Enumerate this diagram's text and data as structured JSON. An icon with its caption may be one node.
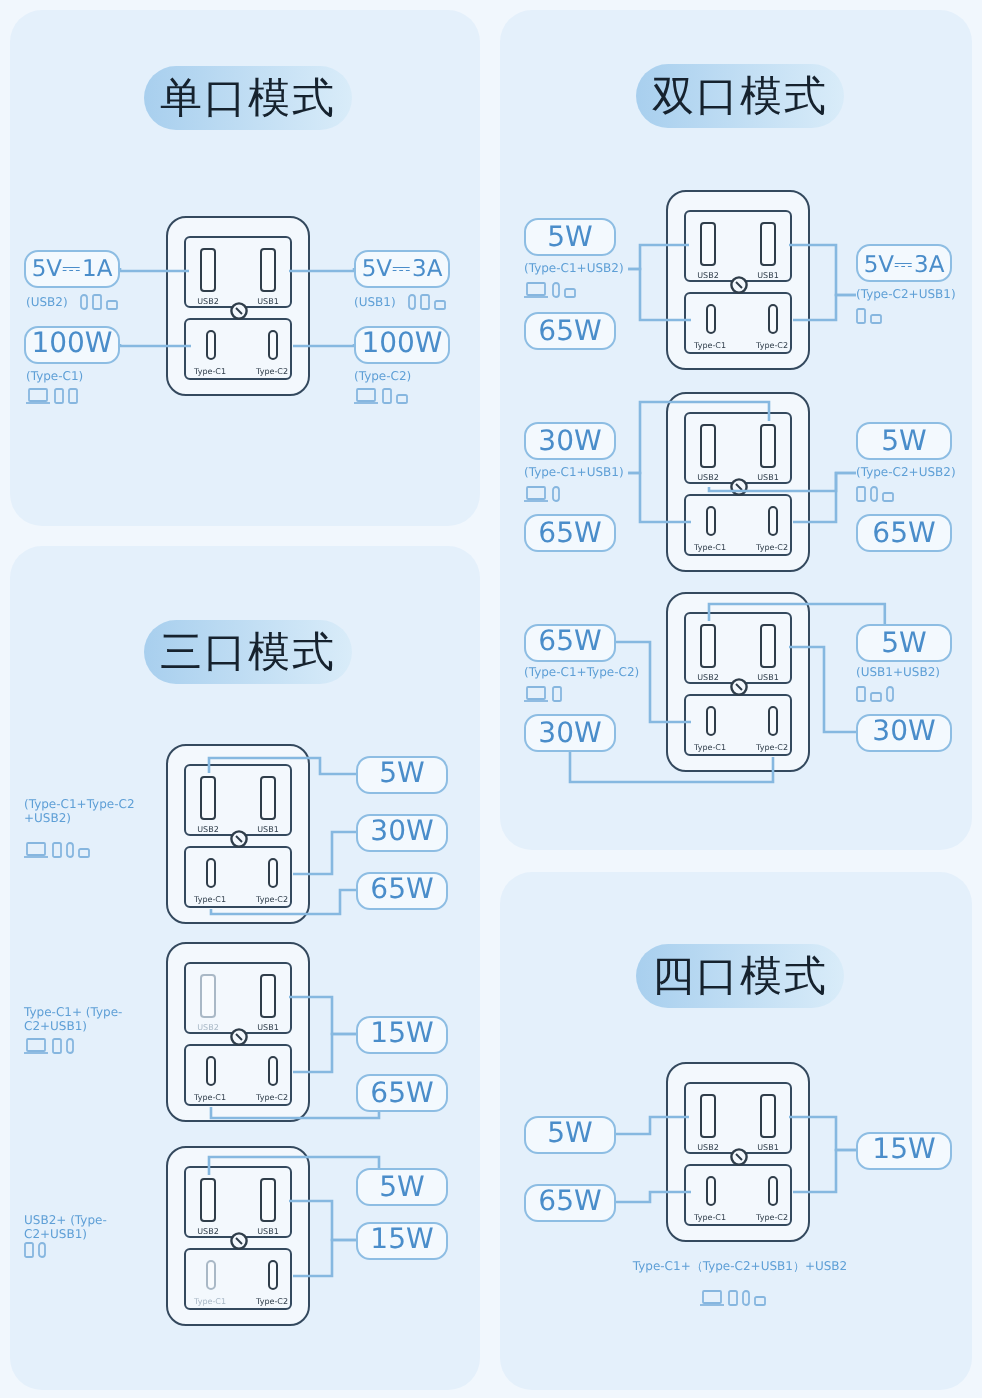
{
  "diagram": {
    "nodes": [
      {
        "text": [
          "单口模式"
        ]
      },
      {
        "text": [
          "5V⎓1A"
        ],
        "beside": [
          "(USB2)"
        ]
      },
      {
        "text": [
          "100W"
        ],
        "beside": [
          "(Type-C1)"
        ]
      },
      {
        "text": [],
        "shape": "box"
      },
      {
        "text": [
          "USB2"
        ],
        "in": 3
      },
      {
        "text": [
          "USB1"
        ],
        "in": 3
      },
      {
        "text": [
          "Type-C1"
        ],
        "in": 3
      },
      {
        "text": [
          "Type-C2"
        ],
        "in": 3
      },
      {
        "text": [
          "5V⎓3A"
        ],
        "beside": [
          "(USB1)"
        ]
      },
      {
        "text": [
          "100W"
        ],
        "beside": [
          "(Type-C2)"
        ]
      },
      {
        "text": [
          "双口模式"
        ]
      },
      {
        "text": [
          "5W"
        ]
      },
      {
        "text": [
          "(Type-C1+USB2)"
        ]
      },
      {
        "text": [
          "65W"
        ]
      },
      {
        "text": [],
        "shape": "box"
      },
      {
        "text": [
          "USB2"
        ],
        "in": 14
      },
      {
        "text": [
          "USB1"
        ],
        "in": 14
      },
      {
        "text": [
          "Type-C1"
        ],
        "in": 14
      },
      {
        "text": [
          "Type-C2"
        ],
        "in": 14
      },
      {
        "text": [
          "5V⎓3A"
        ]
      },
      {
        "text": [
          "(Type-C2+USB1)"
        ]
      },
      {
        "text": [
          "30W"
        ]
      },
      {
        "text": [
          "(Type-C1+USB1)"
        ]
      },
      {
        "text": [
          "65W"
        ]
      },
      {
        "text": [],
        "shape": "box"
      },
      {
        "text": [
          "USB2"
        ],
        "in": 24
      },
      {
        "text": [
          "USB1"
        ],
        "in": 24
      },
      {
        "text": [
          "Type-C1"
        ],
        "in": 24
      },
      {
        "text": [
          "Type-C2"
        ],
        "in": 24
      },
      {
        "text": [
          "5W"
        ]
      },
      {
        "text": [
          "(Type-C2+USB2)"
        ]
      },
      {
        "text": [
          "65W"
        ]
      },
      {
        "text": [
          "65W"
        ]
      },
      {
        "text": [
          "30W"
        ]
      },
      {
        "text": [],
        "shape": "box"
      },
      {
        "text": [
          "USB2"
        ],
        "in": 34
      },
      {
        "text": [
          "USB1"
        ],
        "in": 34
      },
      {
        "text": [
          "Type-C1"
        ],
        "in": 34
      },
      {
        "text": [
          "Type-C2"
        ],
        "in": 34
      },
      {
        "text": [
          "5W"
        ]
      },
      {
        "text": [
          "30W"
        ]
      },
      {
        "text": [
          "三口模式"
        ]
      },
      {
        "text": [],
        "shape": "box"
      },
      {
        "text": [
          "USB2"
        ],
        "in": 42
      },
      {
        "text": [
          "USB1"
        ],
        "in": 42
      },
      {
        "text": [
          "Type-C1"
        ],
        "in": 42
      },
      {
        "text": [
          "Type-C2"
        ],
        "in": 42
      },
      {
        "text": [
          "5W"
        ]
      },
      {
        "text": [
          "30W"
        ]
      },
      {
        "text": [
          "65W"
        ]
      },
      {
        "text": [],
        "shape": "box"
      },
      {
        "text": [
          "USB2"
        ],
        "in": 50
      },
      {
        "text": [
          "USB1"
        ],
        "in": 50
      },
      {
        "text": [
          "Type-C1"
        ],
        "in": 50
      },
      {
        "text": [
          "Type-C2"
        ],
        "in": 50
      },
      {
        "text": [
          "15W"
        ]
      },
      {
        "text": [
          "65W"
        ]
      },
      {
        "text": [],
        "shape": "box"
      },
      {
        "text": [
          "USB2"
        ],
        "in": 57
      },
      {
        "text": [
          "USB1"
        ],
        "in": 57
      },
      {
        "text": [
          "Type-C1"
        ],
        "in": 57
      },
      {
        "text": [
          "Type-C2"
        ],
        "in": 57
      },
      {
        "text": [
          "5W"
        ]
      },
      {
        "text": [
          "15W"
        ]
      },
      {
        "text": [
          "四口模式"
        ]
      },
      {
        "text": [
          "5W"
        ]
      },
      {
        "text": [
          "65W"
        ]
      },
      {
        "text": [],
        "shape": "box"
      },
      {
        "text": [
          "USB2"
        ],
        "in": 67
      },
      {
        "text": [
          "USB1"
        ],
        "in": 67
      },
      {
        "text": [
          "Type-C1"
        ],
        "in": 67
      },
      {
        "text": [
          "Type-C2"
        ],
        "in": 67
      },
      {
        "text": [
          "15W"
        ]
      }
    ],
    "edges": [
      {
        "from": 1,
        "to": 4,
        "arrow": "none"
      },
      {
        "from": 8,
        "to": 5,
        "arrow": "none"
      },
      {
        "from": 2,
        "to": 6,
        "arrow": "none"
      },
      {
        "from": 9,
        "to": 7,
        "arrow": "none"
      },
      {
        "from": 12,
        "to": 15,
        "arrow": "none"
      },
      {
        "from": 12,
        "to": 17,
        "arrow": "none"
      },
      {
        "from": 20,
        "to": 16,
        "arrow": "none"
      },
      {
        "from": 20,
        "to": 18,
        "arrow": "none"
      },
      {
        "from": 22,
        "to": 26,
        "arrow": "none"
      },
      {
        "from": 22,
        "to": 27,
        "arrow": "none"
      },
      {
        "from": 30,
        "to": 25,
        "arrow": "none"
      },
      {
        "from": 30,
        "to": 28,
        "arrow": "none"
      },
      {
        "from": 32,
        "to": 37,
        "arrow": "none"
      },
      {
        "from": 33,
        "to": 38,
        "arrow": "none"
      },
      {
        "from": 39,
        "to": 35,
        "arrow": "none"
      },
      {
        "from": 40,
        "to": 36,
        "arrow": "none"
      },
      {
        "from": 47,
        "to": 43,
        "arrow": "none"
      },
      {
        "from": 48,
        "to": 46,
        "arrow": "none"
      },
      {
        "from": 49,
        "to": 45,
        "arrow": "none"
      },
      {
        "from": 55,
        "to": 52,
        "arrow": "none"
      },
      {
        "from": 55,
        "to": 54,
        "arrow": "none"
      },
      {
        "from": 56,
        "to": 53,
        "arrow": "none"
      },
      {
        "from": 62,
        "to": 58,
        "arrow": "none"
      },
      {
        "from": 63,
        "to": 59,
        "arrow": "none"
      },
      {
        "from": 63,
        "to": 61,
        "arrow": "none"
      },
      {
        "from": 65,
        "to": 68,
        "arrow": "none"
      },
      {
        "from": 66,
        "to": 70,
        "arrow": "none"
      },
      {
        "from": 72,
        "to": 69,
        "arrow": "none"
      },
      {
        "from": 72,
        "to": 71,
        "arrow": "none"
      }
    ],
    "labels": [
      "(Type-C1+Type-C2)",
      "(USB1+USB2)",
      "(Type-C1+Type-C2 +USB2)",
      "Type-C1+ (Type-C2+USB1)",
      "USB2+ (Type-C2+USB1)",
      "Type-C1+（Type-C2+USB1）+USB2"
    ]
  }
}
